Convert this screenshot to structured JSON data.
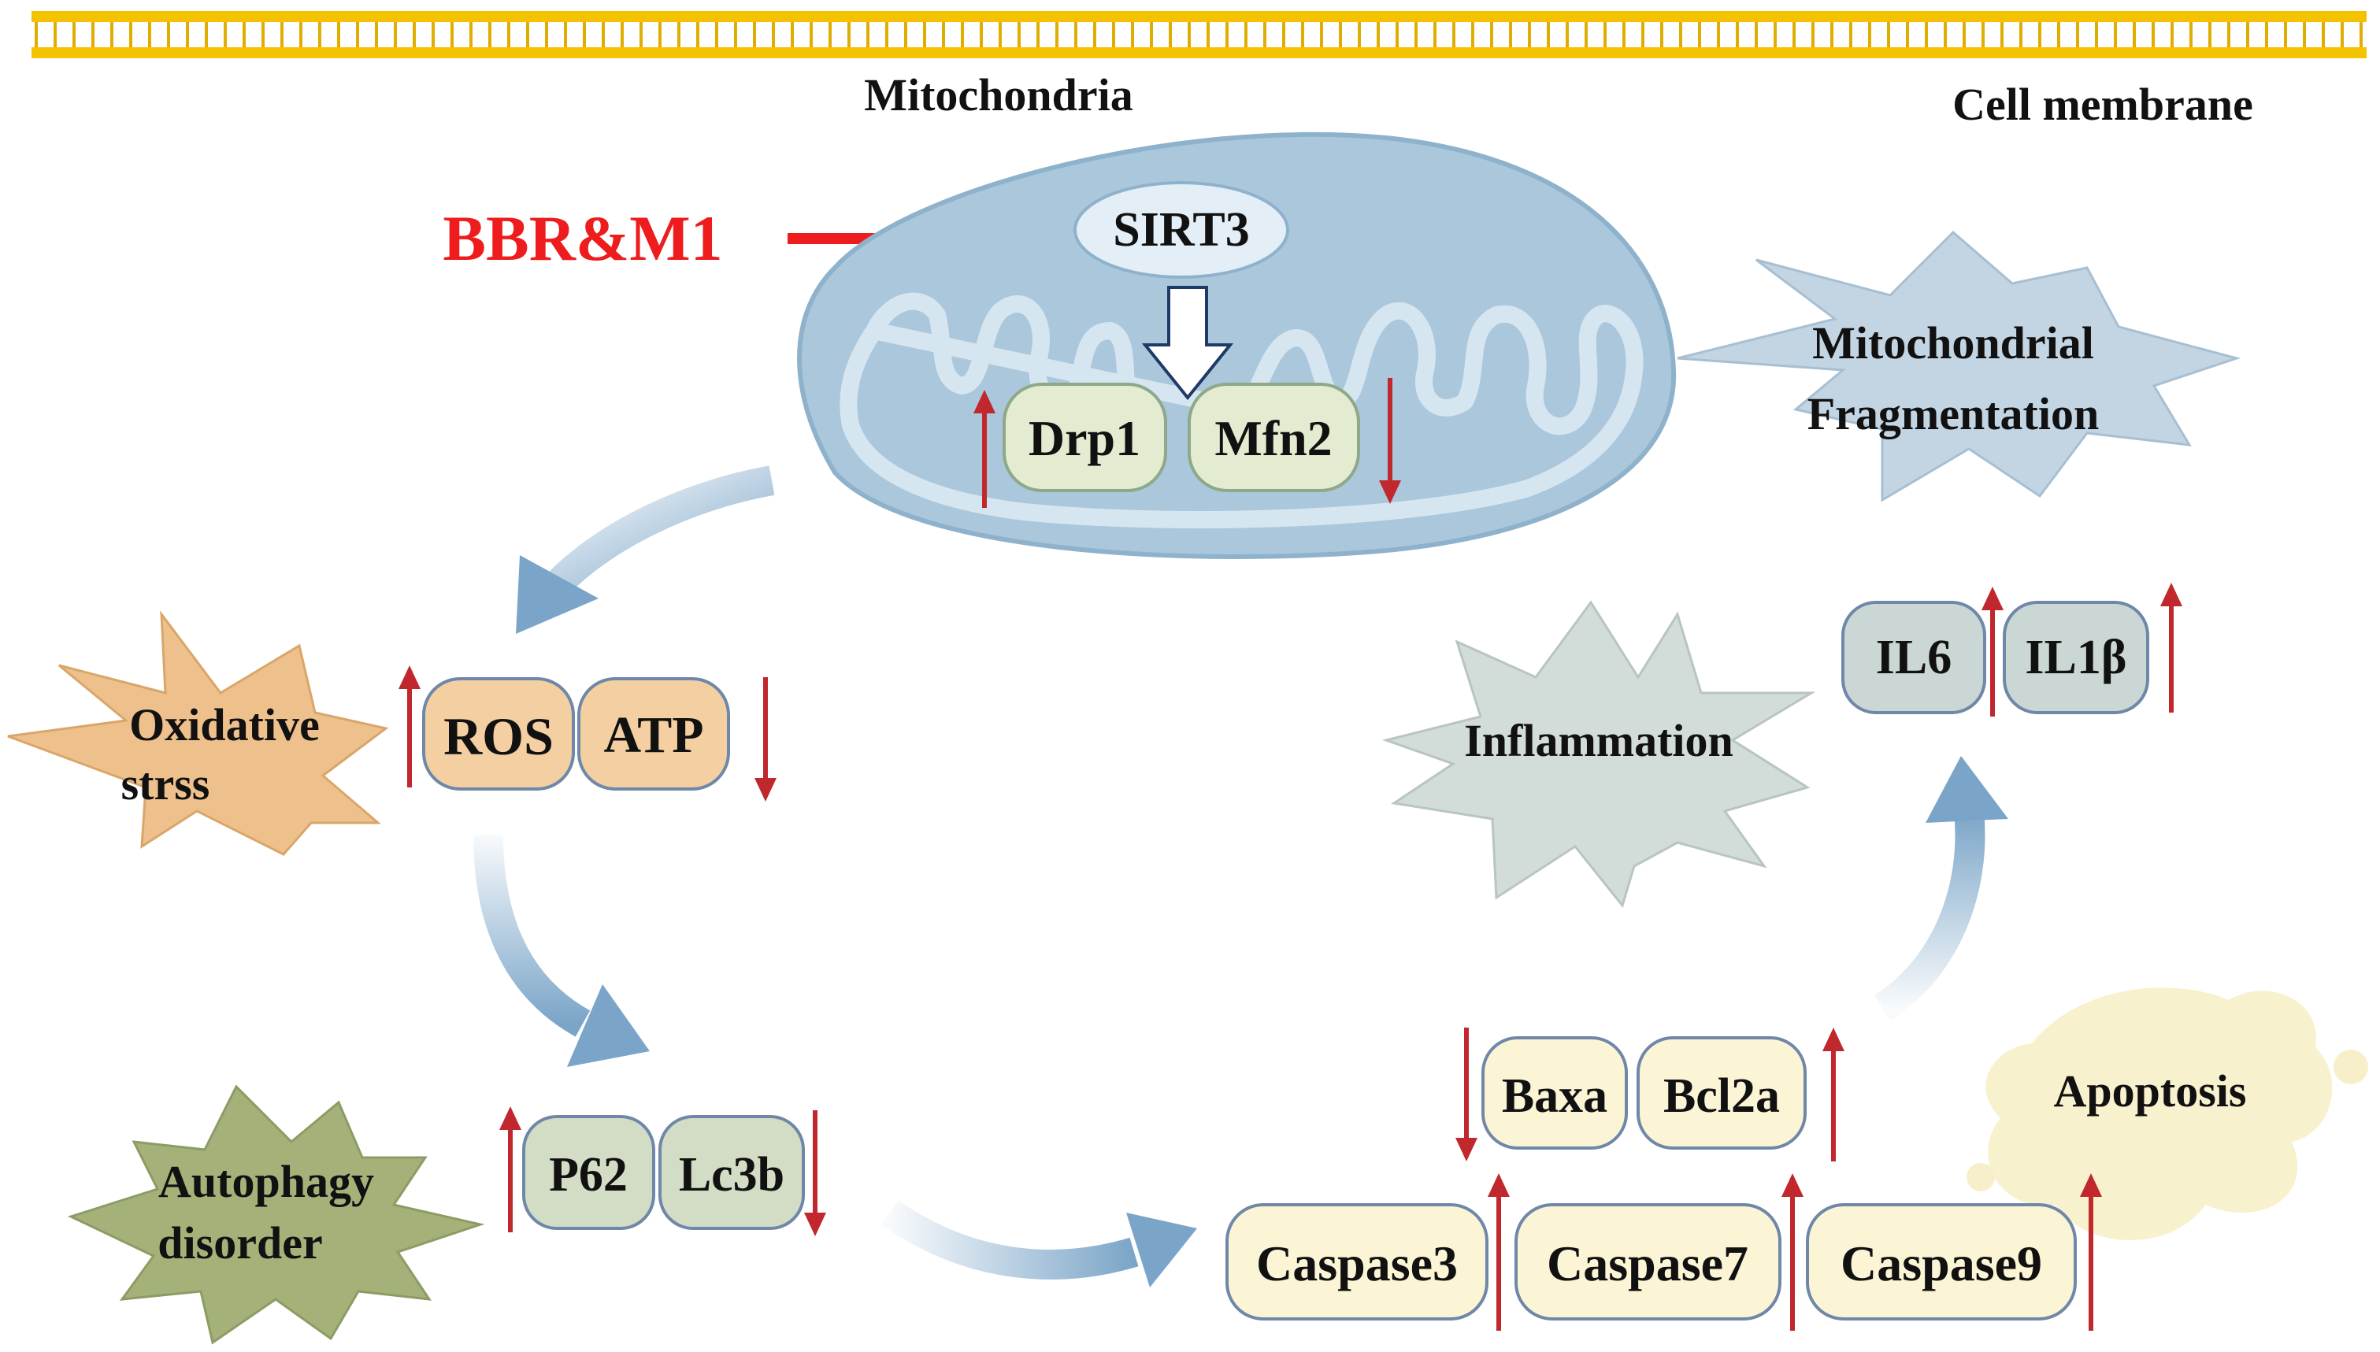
{
  "labels": {
    "mitochondria": "Mitochondria",
    "cell_membrane": "Cell membrane",
    "drug": "BBR&M1",
    "sirt3": "SIRT3",
    "drp1": "Drp1",
    "mfn2": "Mfn2",
    "mito_frag_line1": "Mitochondrial",
    "mito_frag_line2": "Fragmentation",
    "oxidative_line1": "Oxidative",
    "oxidative_line2": "strss",
    "ros": "ROS",
    "atp": "ATP",
    "autophagy_line1": "Autophagy",
    "autophagy_line2": "disorder",
    "p62": "P62",
    "lc3b": "Lc3b",
    "inflammation": "Inflammation",
    "il6": "IL6",
    "il1b": "IL1β",
    "baxa": "Baxa",
    "bcl2a": "Bcl2a",
    "caspase3": "Caspase3",
    "caspase7": "Caspase7",
    "caspase9": "Caspase9",
    "apoptosis": "Apoptosis"
  },
  "colors": {
    "membrane": "#f5c200",
    "drug_red": "#ee1c1c",
    "arrow_red": "#c0282d",
    "mito_fill": "#aac7dc",
    "mito_stroke": "#8fb2cc",
    "sirt3_fill": "#e3eef7",
    "green_box": "#e3ecd0",
    "orange_box": "#f3cfa1",
    "olive_box": "#d3dcc4",
    "slate_box": "#cbd7d4",
    "cream_box": "#fbf5d6",
    "burst_blue": "#c3d4e2",
    "burst_orange": "#eec08b",
    "burst_olive": "#a4b27a",
    "burst_gray": "#d2dcd9",
    "apoptosis_blob": "#f7efc9",
    "flow_arrow": "#7ba5c8"
  },
  "regulation": {
    "drp1": "up",
    "mfn2": "down",
    "ros": "up",
    "atp": "down",
    "p62": "up",
    "lc3b": "down",
    "baxa": "down",
    "bcl2a": "up",
    "caspase3": "up",
    "caspase7": "up",
    "caspase9": "up",
    "il6": "up",
    "il1b": "up"
  }
}
